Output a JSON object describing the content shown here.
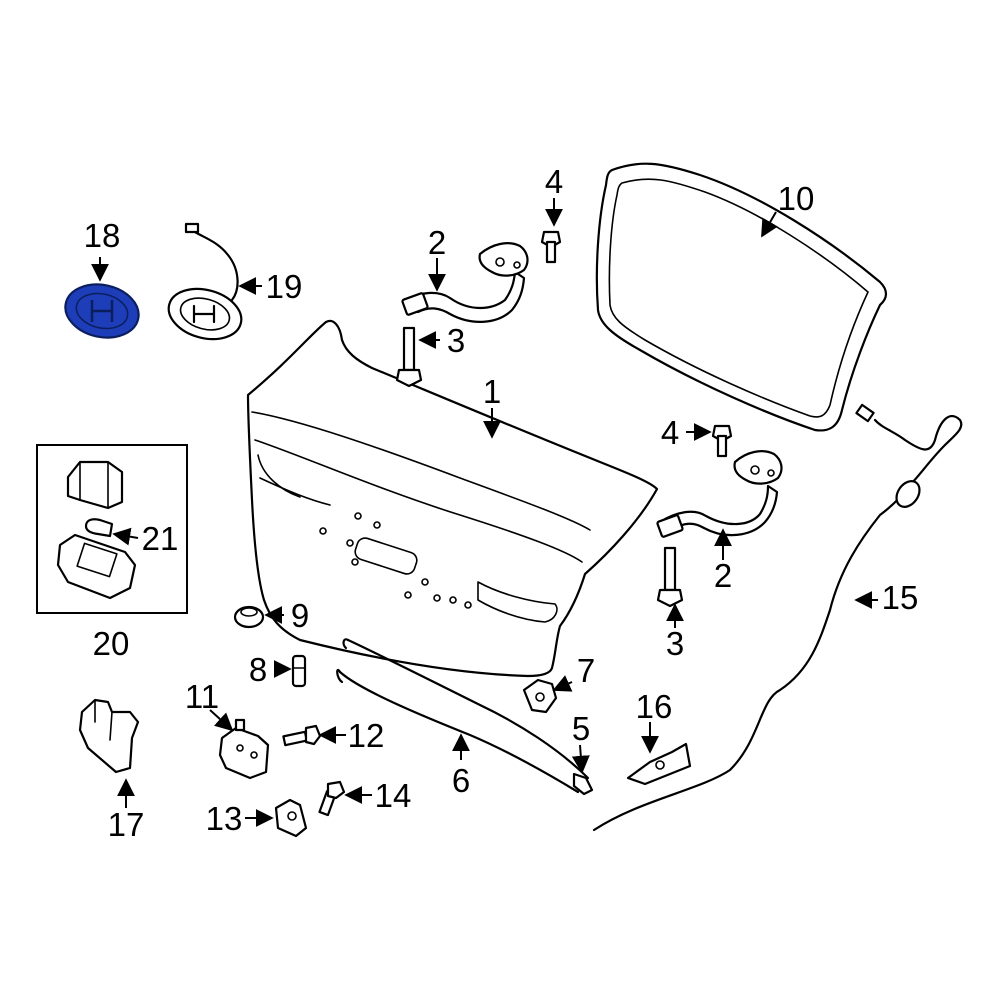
{
  "colors": {
    "background": "#ffffff",
    "line": "#000000",
    "highlight_fill": "#1e3db8",
    "highlight_stroke": "#0b1f5e"
  },
  "callouts": {
    "c1": "1",
    "c2a": "2",
    "c2b": "2",
    "c3a": "3",
    "c3b": "3",
    "c4a": "4",
    "c4b": "4",
    "c5": "5",
    "c6": "6",
    "c7": "7",
    "c8": "8",
    "c9": "9",
    "c10": "10",
    "c11": "11",
    "c12": "12",
    "c13": "13",
    "c14": "14",
    "c15": "15",
    "c16": "16",
    "c17": "17",
    "c18": "18",
    "c19": "19",
    "c20": "20",
    "c21": "21"
  },
  "highlighted_part": "18"
}
